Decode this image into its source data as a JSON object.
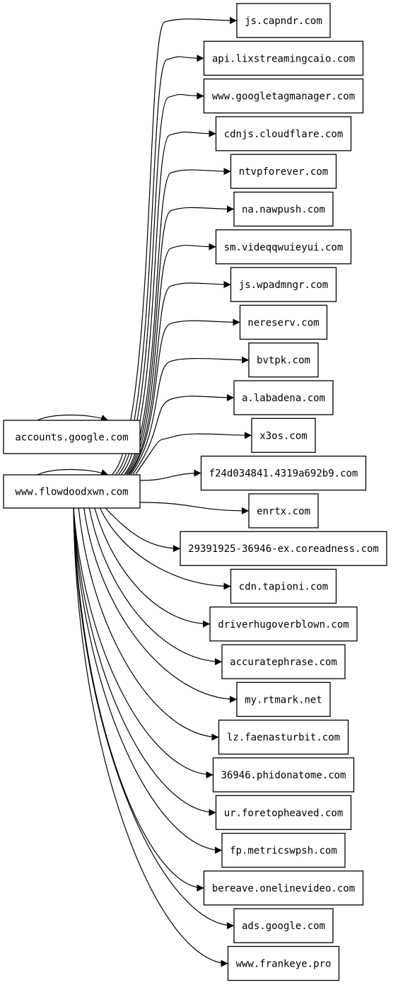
{
  "graph": {
    "sources": [
      "accounts.google.com",
      "www.flowdoodxwn.com"
    ],
    "targets": [
      "js.capndr.com",
      "api.lixstreamingcaio.com",
      "www.googletagmanager.com",
      "cdnjs.cloudflare.com",
      "ntvpforever.com",
      "na.nawpush.com",
      "sm.videqqwuieyui.com",
      "js.wpadmngr.com",
      "nereserv.com",
      "bvtpk.com",
      "a.labadena.com",
      "x3os.com",
      "f24d034841.4319a692b9.com",
      "enrtx.com",
      "29391925-36946-ex.coreadness.com",
      "cdn.tapioni.com",
      "driverhugoverblown.com",
      "accuratephrase.com",
      "my.rtmark.net",
      "lz.faenasturbit.com",
      "36946.phidonatome.com",
      "ur.foretopheaved.com",
      "fp.metricswpsh.com",
      "bereave.onelinevideo.com",
      "ads.google.com",
      "www.frankeye.pro"
    ],
    "edges": [
      [
        "accounts.google.com",
        "accounts.google.com"
      ],
      [
        "www.flowdoodxwn.com",
        "www.flowdoodxwn.com"
      ],
      [
        "www.flowdoodxwn.com",
        "js.capndr.com"
      ],
      [
        "www.flowdoodxwn.com",
        "api.lixstreamingcaio.com"
      ],
      [
        "www.flowdoodxwn.com",
        "www.googletagmanager.com"
      ],
      [
        "www.flowdoodxwn.com",
        "cdnjs.cloudflare.com"
      ],
      [
        "www.flowdoodxwn.com",
        "ntvpforever.com"
      ],
      [
        "www.flowdoodxwn.com",
        "na.nawpush.com"
      ],
      [
        "www.flowdoodxwn.com",
        "sm.videqqwuieyui.com"
      ],
      [
        "www.flowdoodxwn.com",
        "js.wpadmngr.com"
      ],
      [
        "www.flowdoodxwn.com",
        "nereserv.com"
      ],
      [
        "www.flowdoodxwn.com",
        "bvtpk.com"
      ],
      [
        "www.flowdoodxwn.com",
        "a.labadena.com"
      ],
      [
        "www.flowdoodxwn.com",
        "x3os.com"
      ],
      [
        "www.flowdoodxwn.com",
        "f24d034841.4319a692b9.com"
      ],
      [
        "www.flowdoodxwn.com",
        "enrtx.com"
      ],
      [
        "www.flowdoodxwn.com",
        "29391925-36946-ex.coreadness.com"
      ],
      [
        "www.flowdoodxwn.com",
        "cdn.tapioni.com"
      ],
      [
        "www.flowdoodxwn.com",
        "driverhugoverblown.com"
      ],
      [
        "www.flowdoodxwn.com",
        "accuratephrase.com"
      ],
      [
        "www.flowdoodxwn.com",
        "my.rtmark.net"
      ],
      [
        "www.flowdoodxwn.com",
        "lz.faenasturbit.com"
      ],
      [
        "www.flowdoodxwn.com",
        "36946.phidonatome.com"
      ],
      [
        "www.flowdoodxwn.com",
        "ur.foretopheaved.com"
      ],
      [
        "www.flowdoodxwn.com",
        "fp.metricswpsh.com"
      ],
      [
        "www.flowdoodxwn.com",
        "bereave.onelinevideo.com"
      ],
      [
        "www.flowdoodxwn.com",
        "ads.google.com"
      ],
      [
        "www.flowdoodxwn.com",
        "www.frankeye.pro"
      ]
    ]
  }
}
